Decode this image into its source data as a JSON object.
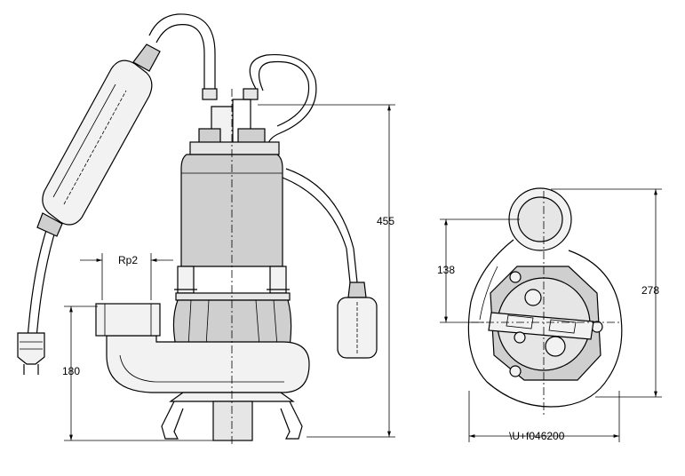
{
  "dimensions": {
    "rp2": "Rp2",
    "h180": "180",
    "h455": "455",
    "h138": "138",
    "h278": "278",
    "w200": "\\U+f046200"
  }
}
